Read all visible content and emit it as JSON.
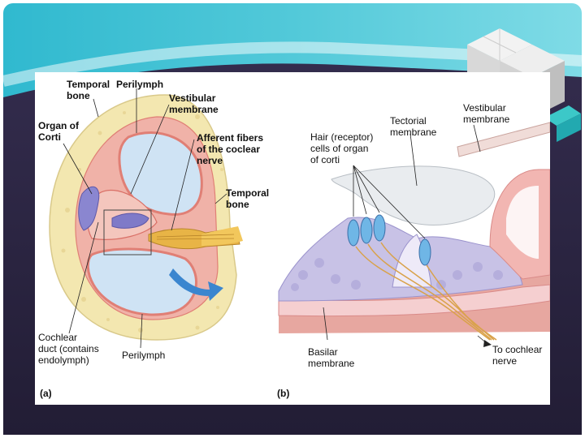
{
  "panel_a": {
    "letter": "(a)",
    "labels": {
      "temporal_bone_top": "Temporal\nbone",
      "perilymph_top": "Perilymph",
      "vestibular_membrane": "Vestibular\nmembrane",
      "organ_of_corti": "Organ of\nCorti",
      "afferent_fibers": "Afferent fibers\nof the coclear\nnerve",
      "temporal_bone_right": "Temporal\nbone",
      "cochlear_duct": "Cochlear\nduct (contains\nendolymph)",
      "perilymph_bottom": "Perilymph"
    }
  },
  "panel_b": {
    "letter": "(b)",
    "labels": {
      "tectorial_membrane": "Tectorial\nmembrane",
      "vestibular_membrane": "Vestibular\nmembrane",
      "hair_cells": "Hair (receptor)\ncells of organ\nof corti",
      "basilar_membrane": "Basilar\nmembrane",
      "to_cochlear_nerve": "To cochlear\nnerve"
    }
  },
  "colors": {
    "background_top": "#2fb8d0",
    "background_bottom": "#2a2440",
    "bone": "#f3e7b0",
    "membrane_pink": "#e98a80",
    "perilymph_blue": "#cfe3f4",
    "nerve_gold": "#e8b446",
    "arrow_blue": "#3b86cf",
    "hair_cell_purple": "#c8c2e6"
  },
  "decoration": {
    "cube_icon": "cube-stack-icon"
  }
}
